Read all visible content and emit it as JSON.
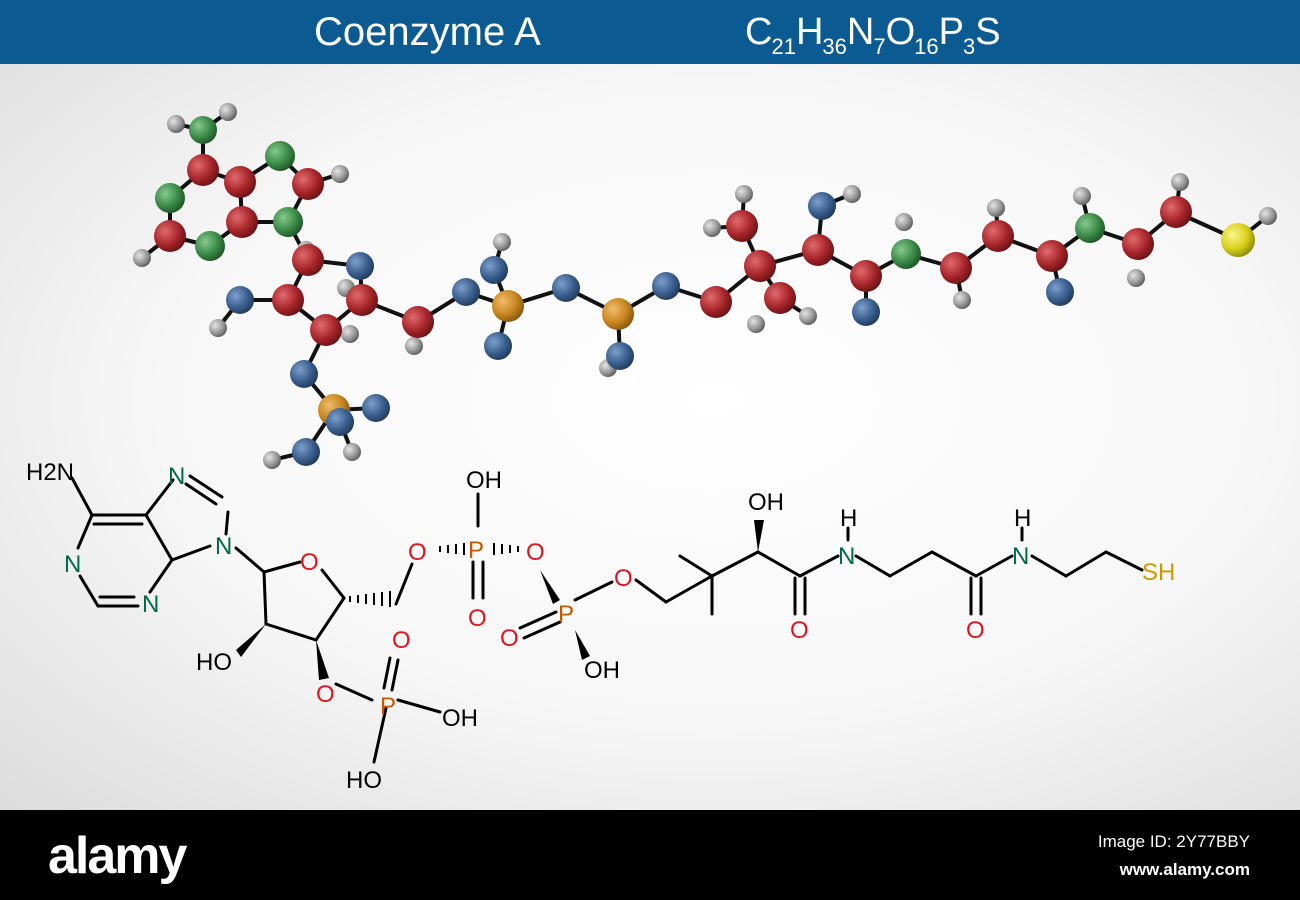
{
  "header": {
    "title": "Coenzyme A",
    "formula": [
      {
        "el": "C",
        "n": "21"
      },
      {
        "el": "H",
        "n": "36"
      },
      {
        "el": "N",
        "n": "7"
      },
      {
        "el": "O",
        "n": "16"
      },
      {
        "el": "P",
        "n": "3"
      },
      {
        "el": "S",
        "n": ""
      }
    ]
  },
  "colors": {
    "header_bg": "#0b5a92",
    "carbon": "#a8262b",
    "nitrogen_model": "#3a5f8e",
    "oxygen_model": "#b22a30",
    "nitrogen_ring": "#3b8a47",
    "phosphorus": "#c8861f",
    "sulfur": "#d8d11a",
    "hydrogen": "#8a8a8a",
    "label_oxygen": "#e0141c",
    "label_nitrogen": "#00694a",
    "label_phosphorus": "#c45a00",
    "label_sulfur": "#c99a00"
  },
  "structure_labels": {
    "nh2": "H2N",
    "n_imidazole": "N",
    "n_9": "N",
    "n_1": "N",
    "n_3": "N",
    "ring_o": "O",
    "ho_ribose": "HO",
    "o_phos3": "O",
    "p_3": "P",
    "oh_p3a": "OH",
    "oh_p3b": "HO",
    "o_5": "O",
    "p_a": "P",
    "oh_pa": "OH",
    "o_pa_dbl": "O",
    "o_bridge": "O",
    "p_b": "P",
    "o_pb_dbl": "O",
    "oh_pb": "OH",
    "o_pant": "O",
    "oh_pant": "OH",
    "o_amide1": "O",
    "nh_1": "N",
    "h_1": "H",
    "o_amide2": "O",
    "nh_2": "N",
    "h_2": "H",
    "sh": "SH"
  },
  "footer": {
    "logo": "alamy",
    "image_id": "Image ID: 2Y77BBY",
    "site": "www.alamy.com"
  }
}
